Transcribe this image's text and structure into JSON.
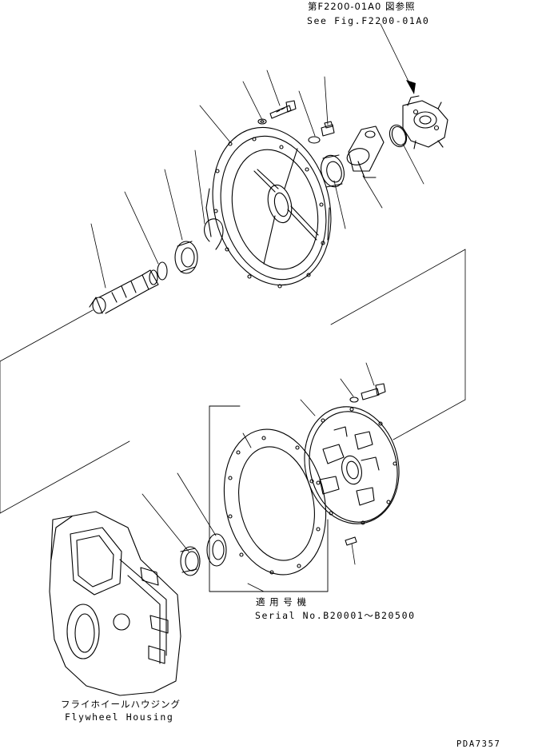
{
  "references": {
    "jp": "第F2200-01A0 図参照",
    "en": "See Fig.F2200-01A0"
  },
  "serial": {
    "jp": "適 用 号 機",
    "en": "Serial No.B20001～B20500"
  },
  "housing": {
    "jp": "フライホイールハウジング",
    "en": "Flywheel Housing"
  },
  "drawing_id": "PDA7357"
}
